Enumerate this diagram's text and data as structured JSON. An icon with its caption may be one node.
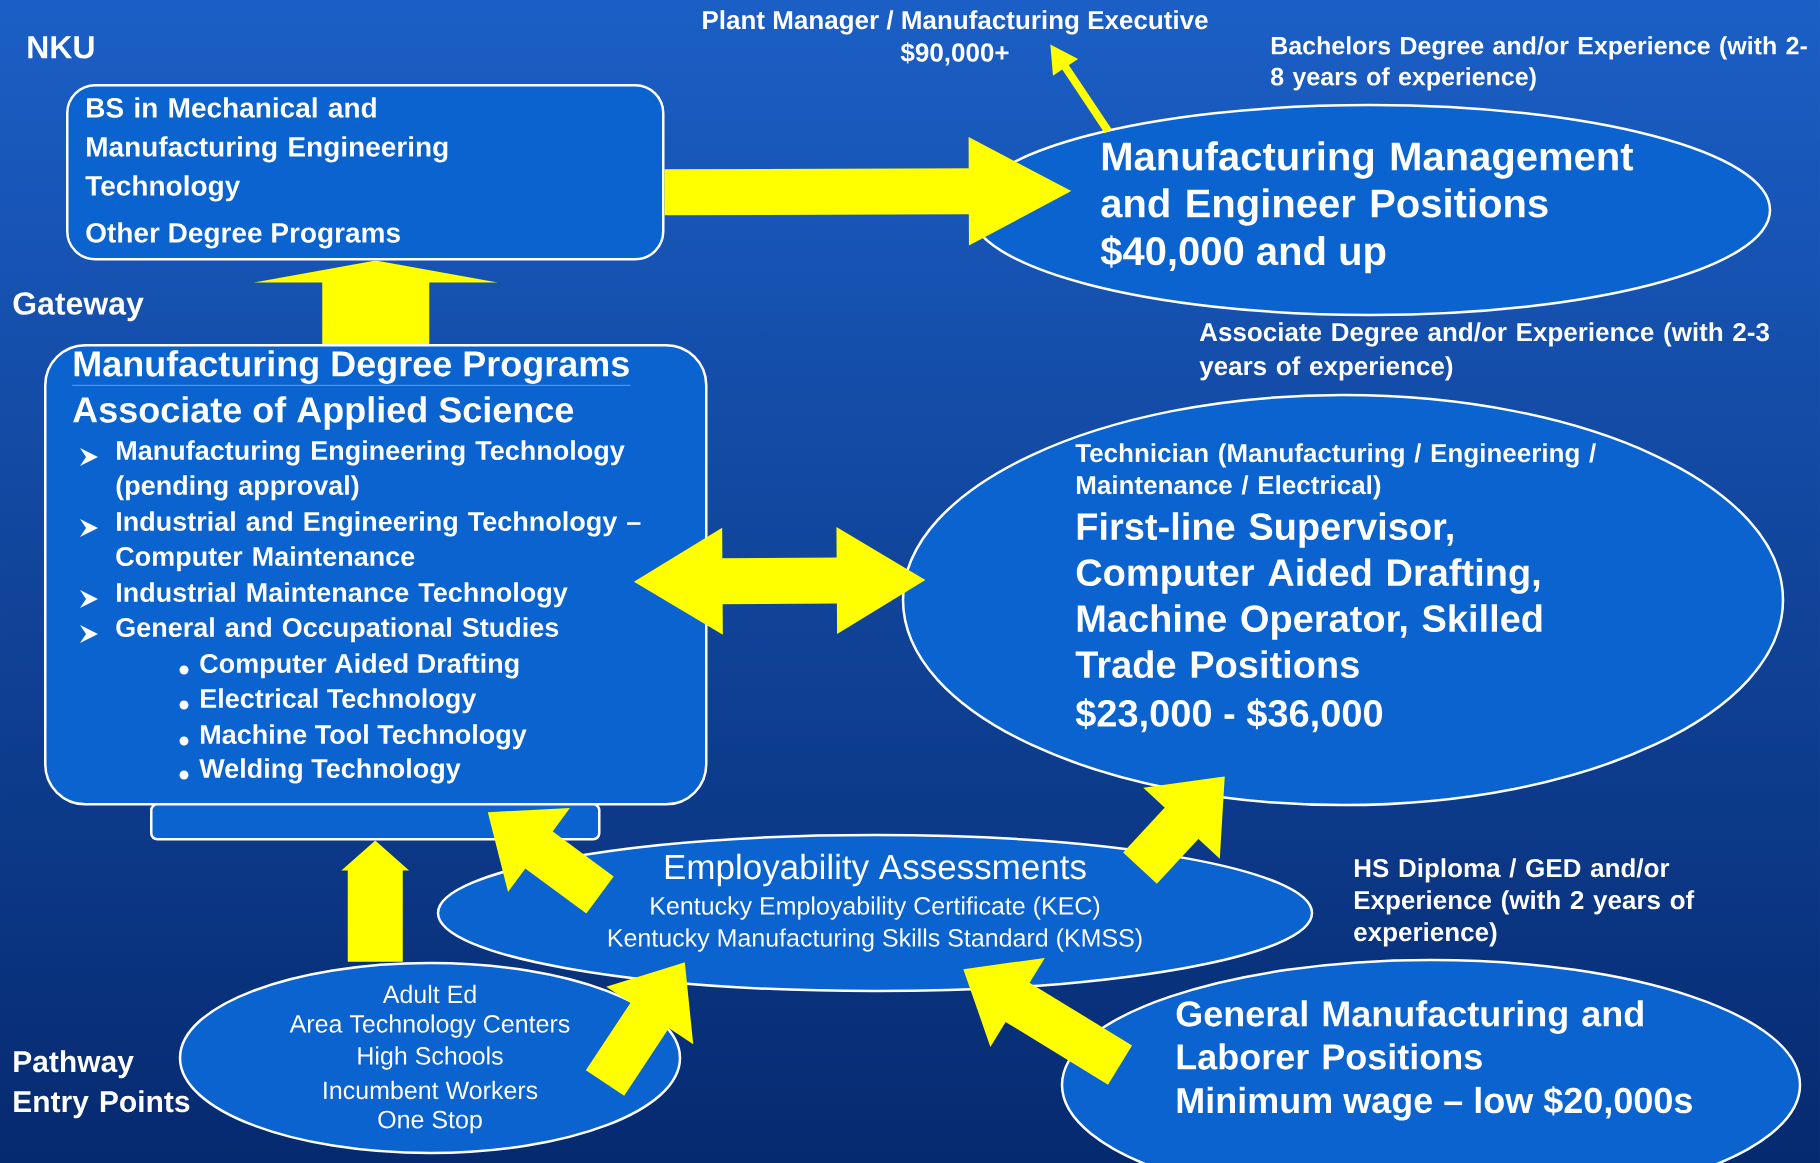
{
  "diagram": {
    "nodes": [
      {
        "text": [
          "BS in Mechanical and Manufacturing Engineering Technology",
          "Other Degree Programs"
        ]
      },
      {
        "text": [
          "Manufacturing Management and Engineer Positions",
          "$40,000 and up"
        ],
        "beside": [
          "Bachelors Degree and/or Experience (with 2-8 years of experience)"
        ]
      },
      {
        "text": [
          "Plant Manager / Manufacturing Executive",
          "$90,000+"
        ]
      },
      {
        "text": [
          "Manufacturing Degree Programs",
          "Associate of Applied Science",
          "Manufacturing Engineering Technology (pending approval)",
          "Industrial and Engineering Technology – Computer Maintenance",
          "Industrial Maintenance Technology",
          "General and Occupational Studies",
          "Computer Aided Drafting",
          "Electrical Technology",
          "Machine Tool Technology",
          "Welding Technology"
        ]
      },
      {
        "text": [],
        "shape": "box"
      },
      {
        "text": [
          "Technician (Manufacturing / Engineering / Maintenance / Electrical)",
          "First-line Supervisor, Computer Aided Drafting, Machine Operator, Skilled Trade Positions",
          "$23,000 - $36,000"
        ],
        "beside": [
          "Associate Degree and/or Experience (with 2-3 years of experience)"
        ]
      },
      {
        "text": [
          "Employability Assessments",
          "Kentucky Employability Certificate (KEC)",
          "Kentucky Manufacturing Skills Standard (KMSS)"
        ]
      },
      {
        "text": [
          "Adult Ed",
          "Area Technology Centers",
          "High Schools",
          "Incumbent Workers",
          "One Stop"
        ]
      },
      {
        "text": [
          "General Manufacturing and Laborer Positions",
          "Minimum wage – low $20,000s"
        ],
        "beside": [
          "HS Diploma / GED and/or Experience (with 2 years of experience)"
        ]
      }
    ],
    "edges": [
      {
        "from": 3,
        "to": 0,
        "arrow": "to",
        "style": "thick"
      },
      {
        "from": 0,
        "to": 1,
        "arrow": "to"
      },
      {
        "from": 1,
        "to": 2,
        "arrow": "to"
      },
      {
        "from": 3,
        "to": 5,
        "arrow": "both"
      },
      {
        "from": 7,
        "to": 4,
        "arrow": "to"
      },
      {
        "from": 6,
        "to": 4,
        "arrow": "to"
      },
      {
        "from": 6,
        "to": 5,
        "arrow": "to"
      },
      {
        "from": 7,
        "to": 6,
        "arrow": "to"
      },
      {
        "from": 8,
        "to": 6,
        "arrow": "to"
      }
    ],
    "labels": [
      "NKU",
      "Gateway",
      "Pathway Entry Points"
    ]
  }
}
